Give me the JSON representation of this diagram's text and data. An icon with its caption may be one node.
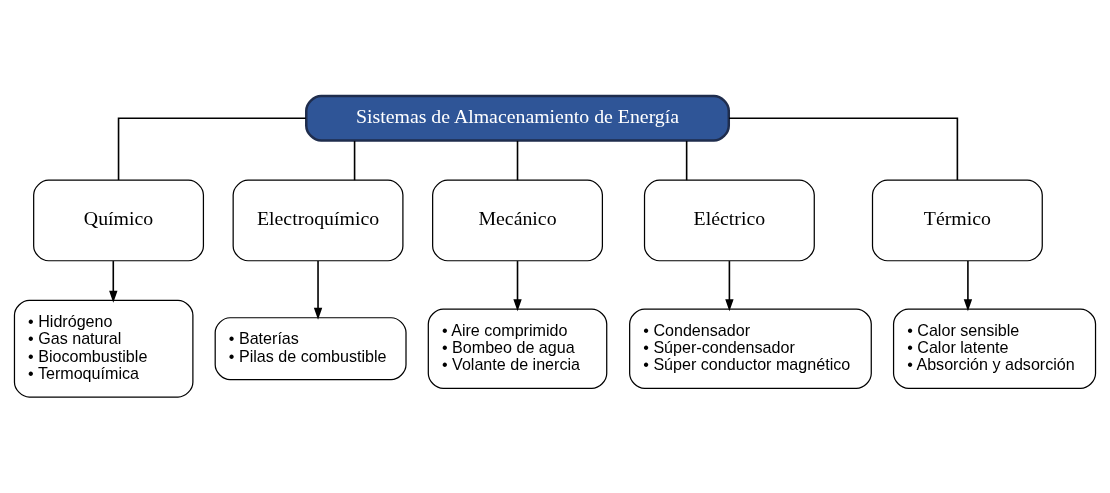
{
  "diagram": {
    "nodes": [
      {
        "text": [
          "Sistemas de Almacenamiento de Energía"
        ]
      },
      {
        "text": [
          "Químico"
        ]
      },
      {
        "text": [
          "Electroquímico"
        ]
      },
      {
        "text": [
          "Mecánico"
        ]
      },
      {
        "text": [
          "Eléctrico"
        ]
      },
      {
        "text": [
          "Térmico"
        ]
      },
      {
        "text": [
          "• Hidrógeno",
          "• Gas natural",
          "• Biocombustible",
          "• Termoquímica"
        ]
      },
      {
        "text": [
          "• Baterías",
          "• Pilas de combustible"
        ]
      },
      {
        "text": [
          "• Aire comprimido",
          "• Bombeo de agua",
          "• Volante de inercia"
        ]
      },
      {
        "text": [
          "• Condensador",
          "• Súper-condensador",
          "• Súper conductor magnético"
        ]
      },
      {
        "text": [
          "• Calor sensible",
          "• Calor latente",
          "• Absorción y adsorción"
        ]
      }
    ],
    "edges": [
      {
        "from": 0,
        "to": 1,
        "arrow": "none"
      },
      {
        "from": 0,
        "to": 2,
        "arrow": "none"
      },
      {
        "from": 0,
        "to": 3,
        "arrow": "none"
      },
      {
        "from": 0,
        "to": 4,
        "arrow": "none"
      },
      {
        "from": 0,
        "to": 5,
        "arrow": "none"
      },
      {
        "from": 1,
        "to": 6,
        "arrow": "to"
      },
      {
        "from": 2,
        "to": 7,
        "arrow": "to"
      },
      {
        "from": 3,
        "to": 8,
        "arrow": "to"
      },
      {
        "from": 4,
        "to": 9,
        "arrow": "to"
      },
      {
        "from": 5,
        "to": 10,
        "arrow": "to"
      }
    ]
  }
}
